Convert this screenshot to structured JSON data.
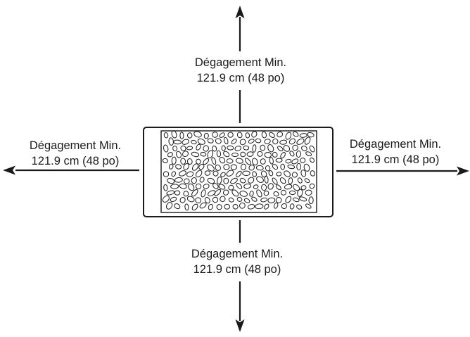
{
  "clearances": {
    "top": {
      "line1": "Dégagement Min.",
      "line2": "121.9 cm (48 po)"
    },
    "bottom": {
      "line1": "Dégagement Min.",
      "line2": "121.9 cm (48 po)"
    },
    "left": {
      "line1": "Dégagement Min.",
      "line2": "121.9 cm (48 po)"
    },
    "right": {
      "line1": "Dégagement Min.",
      "line2": "121.9 cm (48 po)"
    }
  },
  "colors": {
    "stroke": "#1a1a1a",
    "background": "#ffffff"
  },
  "icons": {
    "center": "fire-pit-stone-bed-icon",
    "arrows": "arrow-icon"
  }
}
